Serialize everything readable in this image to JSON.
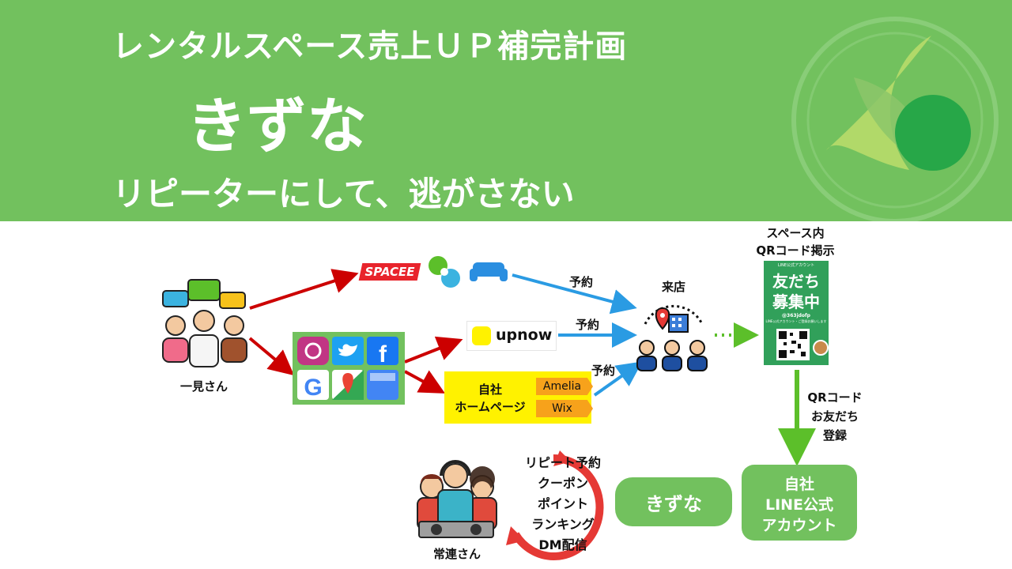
{
  "header": {
    "line1": "レンタルスペース売上ＵＰ補完計画",
    "line2": "きずな",
    "line3": "リピーターにして、逃がさない"
  },
  "nodes": {
    "first_time_label": "一見さん",
    "spacee_logo": "SPACEE",
    "upnow_logo": "upnow",
    "homepage_line1": "自社",
    "homepage_line2": "ホームページ",
    "amelia": "Amelia",
    "wix": "Wix",
    "reserve1": "予約",
    "reserve2": "予約",
    "reserve3": "予約",
    "visit": "来店",
    "qr_caption_line1": "スペース内",
    "qr_caption_line2": "QRコード掲示",
    "poster_top": "LINE公式アカウント",
    "poster_line1": "友だち",
    "poster_line2": "募集中",
    "poster_id": "@363jdofp",
    "poster_small": "LINE公式アカウント・ご登録お願いします",
    "qr_reg_line1": "QRコード",
    "qr_reg_line2": "お友だち",
    "qr_reg_line3": "登録",
    "line_official_line1": "自社",
    "line_official_line2": "LINE公式",
    "line_official_line3": "アカウント",
    "kizuna_button": "きずな",
    "features": [
      "リピート予約",
      "クーポン",
      "ポイント",
      "ランキング",
      "DM配信"
    ],
    "regular_label": "常連さん"
  },
  "colors": {
    "banner": "#72c15e",
    "red_arrow": "#cc0000",
    "blue_arrow": "#2a9be3",
    "green_arrow": "#5cbf2a",
    "yellow_box": "#fff200",
    "orange_tag": "#f7a21b",
    "line_green": "#31a05a",
    "pill_green": "#72c15e"
  }
}
